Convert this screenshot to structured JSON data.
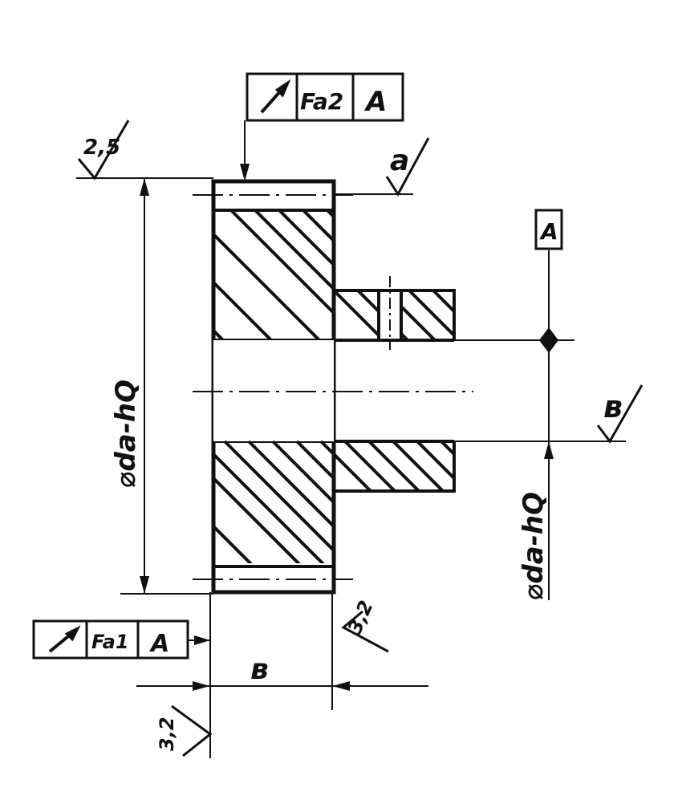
{
  "frame_top": {
    "symbol": "runout-icon",
    "tolerance": "Fa2",
    "datum": "A"
  },
  "frame_bottom": {
    "symbol": "runout-icon",
    "tolerance": "Fa1",
    "datum": "A"
  },
  "datum_box": {
    "label": "A"
  },
  "roughness_top_left": "2,5",
  "roughness_a": "a",
  "roughness_b": "в",
  "roughness_side_right": "3,2",
  "roughness_side_left": "3,2",
  "dim_outer_diameter": "⌀da-hQ",
  "dim_hub_diameter": "⌀da-hQ",
  "dim_width": "в",
  "colors": {
    "ink": "#111111",
    "paper": "#ffffff"
  }
}
